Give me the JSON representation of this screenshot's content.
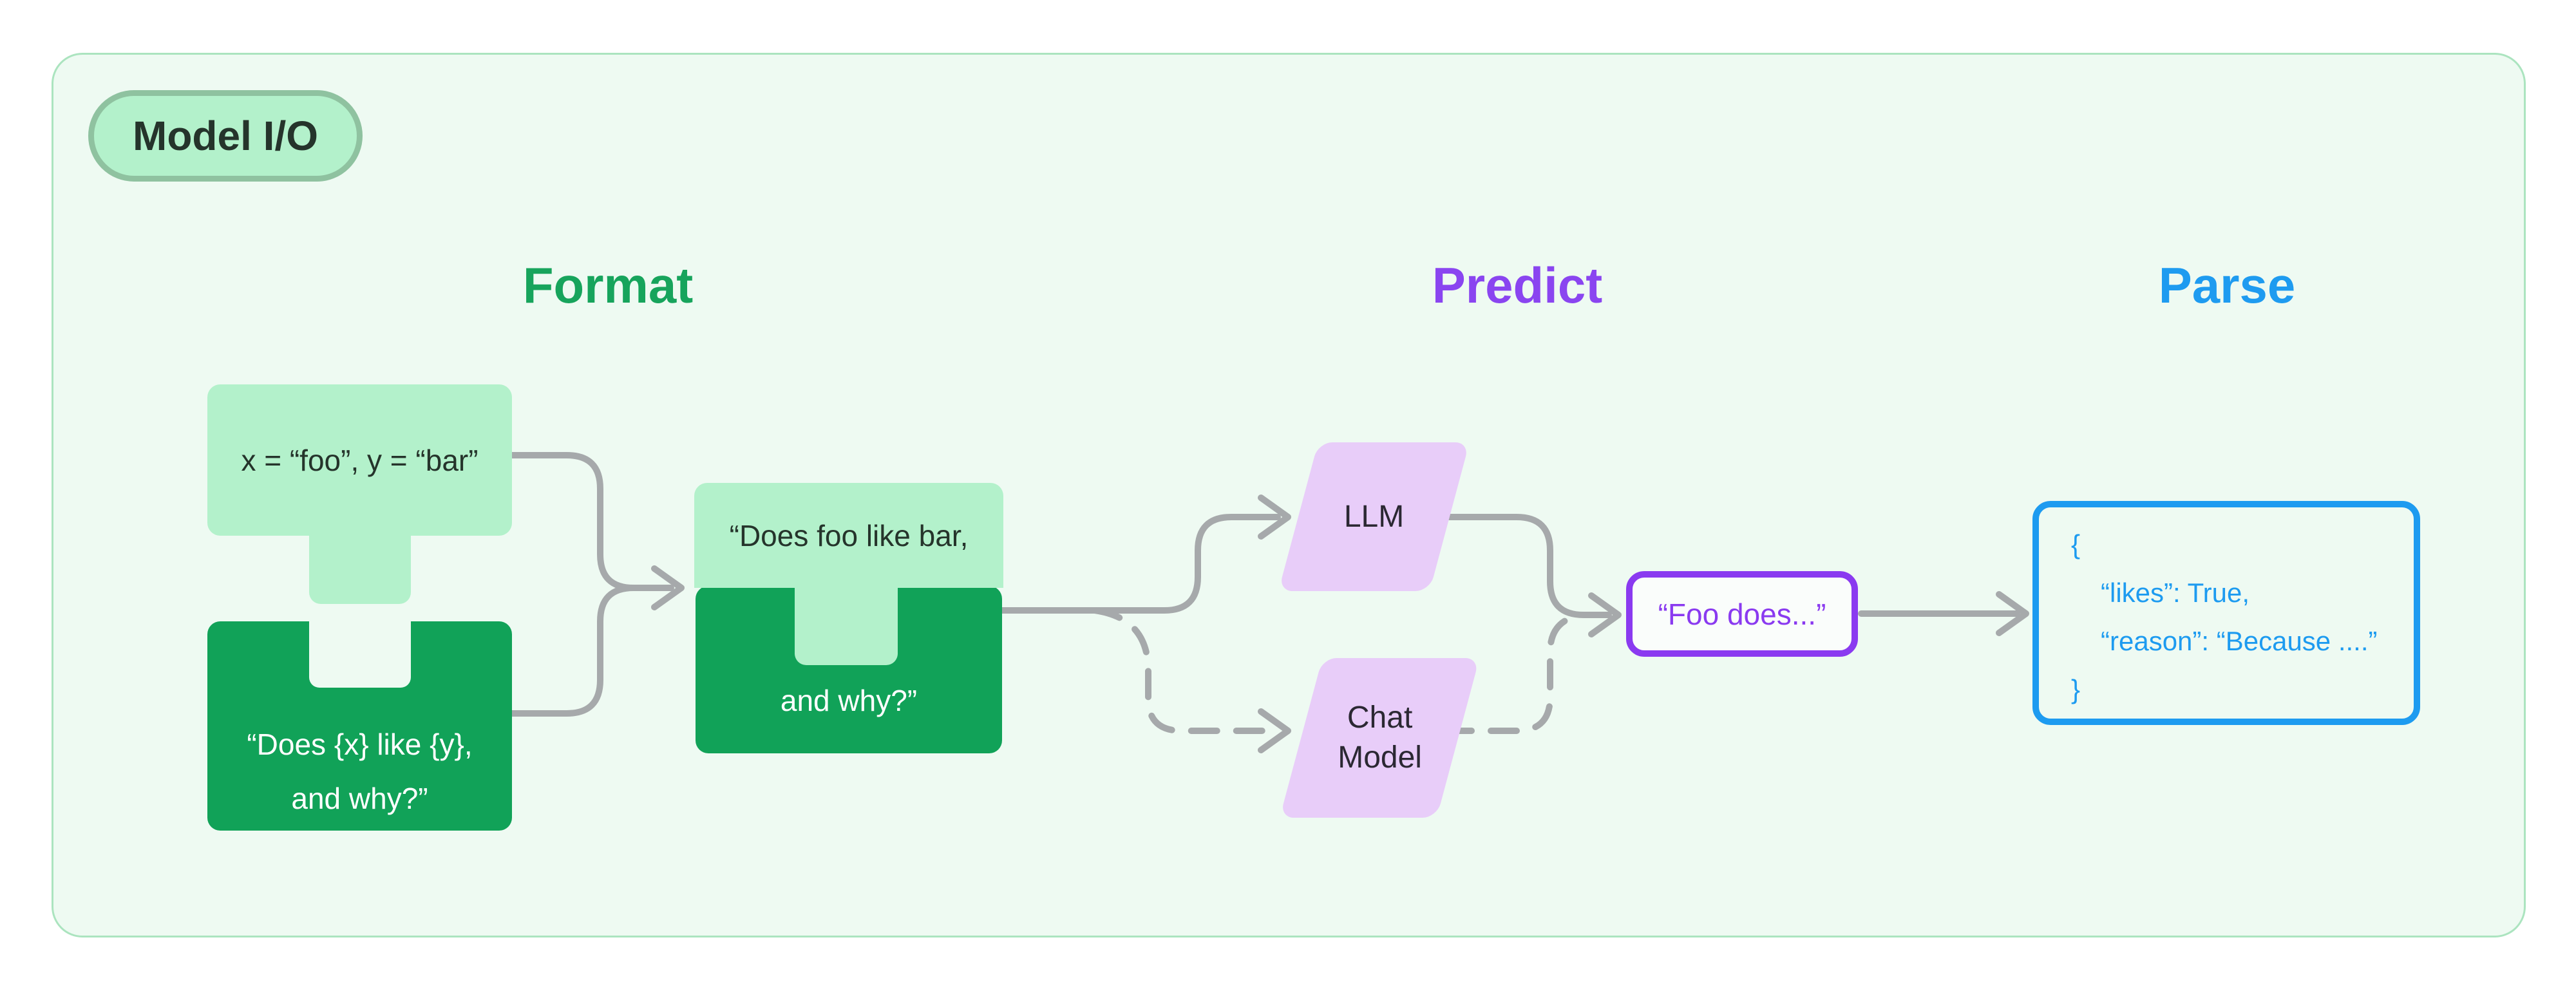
{
  "badge": {
    "label": "Model I/O"
  },
  "columns": {
    "format": "Format",
    "predict": "Predict",
    "parse": "Parse"
  },
  "nodes": {
    "variables_text": "x = “foo”, y = “bar”",
    "prompt_template_line1": "“Does {x} like {y},",
    "prompt_template_line2": "and why?”",
    "formatted_prompt_top": "“Does foo like bar,",
    "formatted_prompt_bottom": "and why?”",
    "llm_label": "LLM",
    "chat_model_line1": "Chat",
    "chat_model_line2": "Model",
    "prediction_text": "“Foo does...”",
    "parsed_line1": "{",
    "parsed_line2": "“likes”: True,",
    "parsed_line3": "“reason”: “Because ....”",
    "parsed_line4": "}"
  },
  "colors": {
    "page_bg": "#ffffff",
    "card_bg": "#eefaf2",
    "card_border": "#abe4bf",
    "green_light": "#b3f1cb",
    "green_dark": "#11a258",
    "badge_border": "#8fc2a0",
    "text_dark": "#25342b",
    "format_heading": "#17a45c",
    "predict_heading": "#8a45f0",
    "parse_heading": "#1e9bf0",
    "purple_fill": "#e8cdf9",
    "purple_border": "#8a3af0",
    "blue": "#1d9bf0",
    "connector": "#a6a9ab",
    "white": "#ffffff",
    "foo_fill": "#fafdfb"
  }
}
